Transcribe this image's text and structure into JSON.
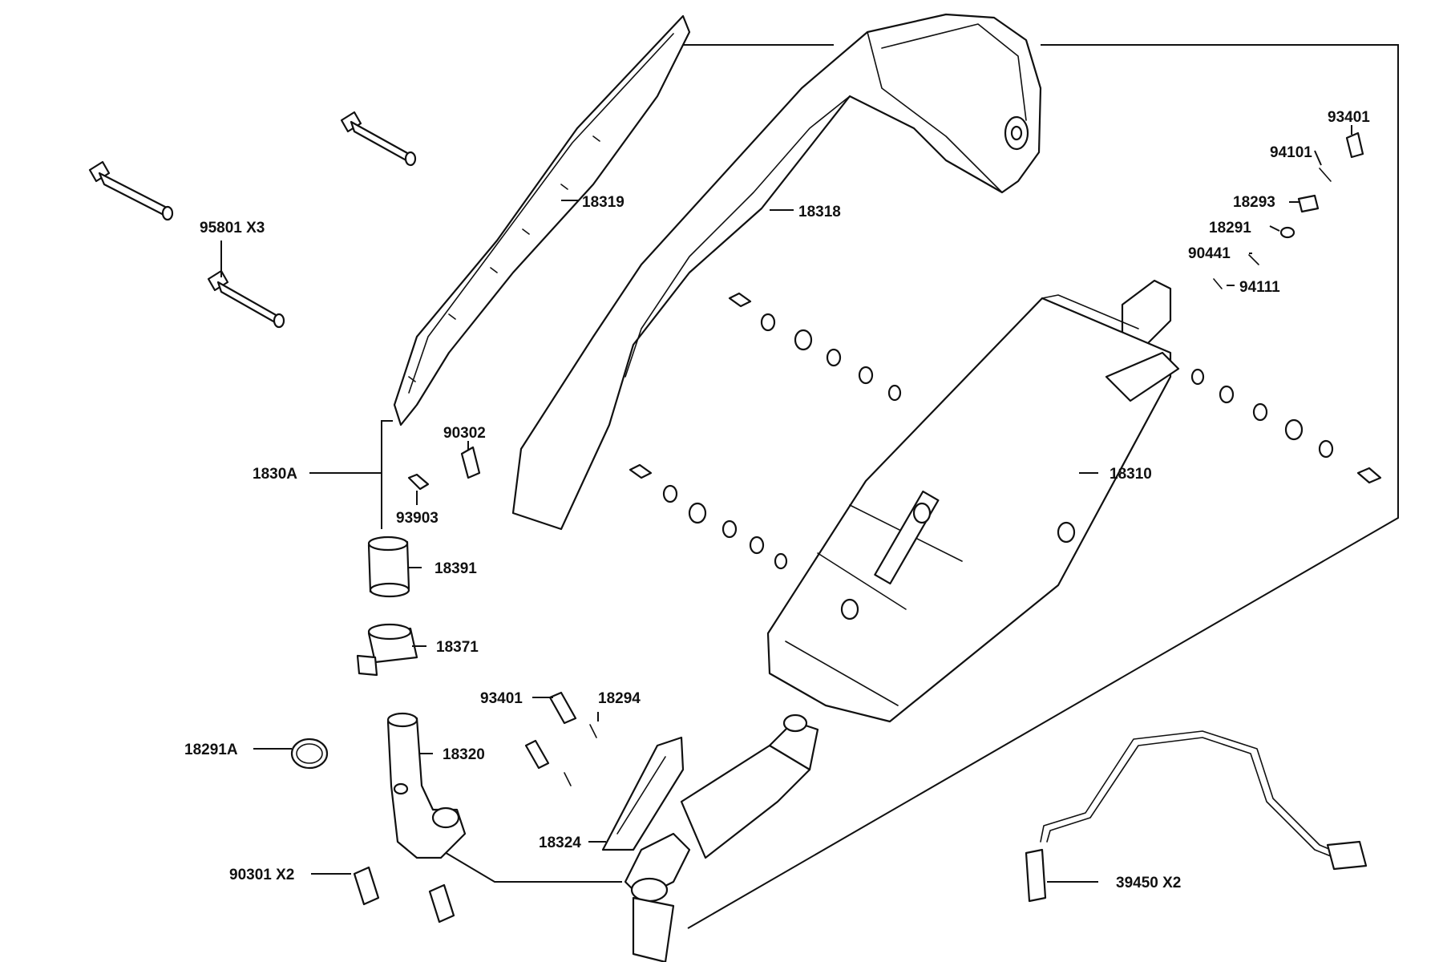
{
  "diagram": {
    "labels": {
      "p95801": "95801  X3",
      "p18319": "18319",
      "p18318": "18318",
      "p93401_top": "93401",
      "p94101": "94101",
      "p18293": "18293",
      "p18291": "18291",
      "p90441": "90441",
      "p94111": "94111",
      "p90302": "90302",
      "p1830A": "1830A",
      "p93903": "93903",
      "p18391": "18391",
      "p18310": "18310",
      "p18371": "18371",
      "p93401_mid": "93401",
      "p18294": "18294",
      "p18291A": "18291A",
      "p18320": "18320",
      "p18324": "18324",
      "p90301": "90301 X2",
      "p39450": "39450 X2"
    }
  }
}
